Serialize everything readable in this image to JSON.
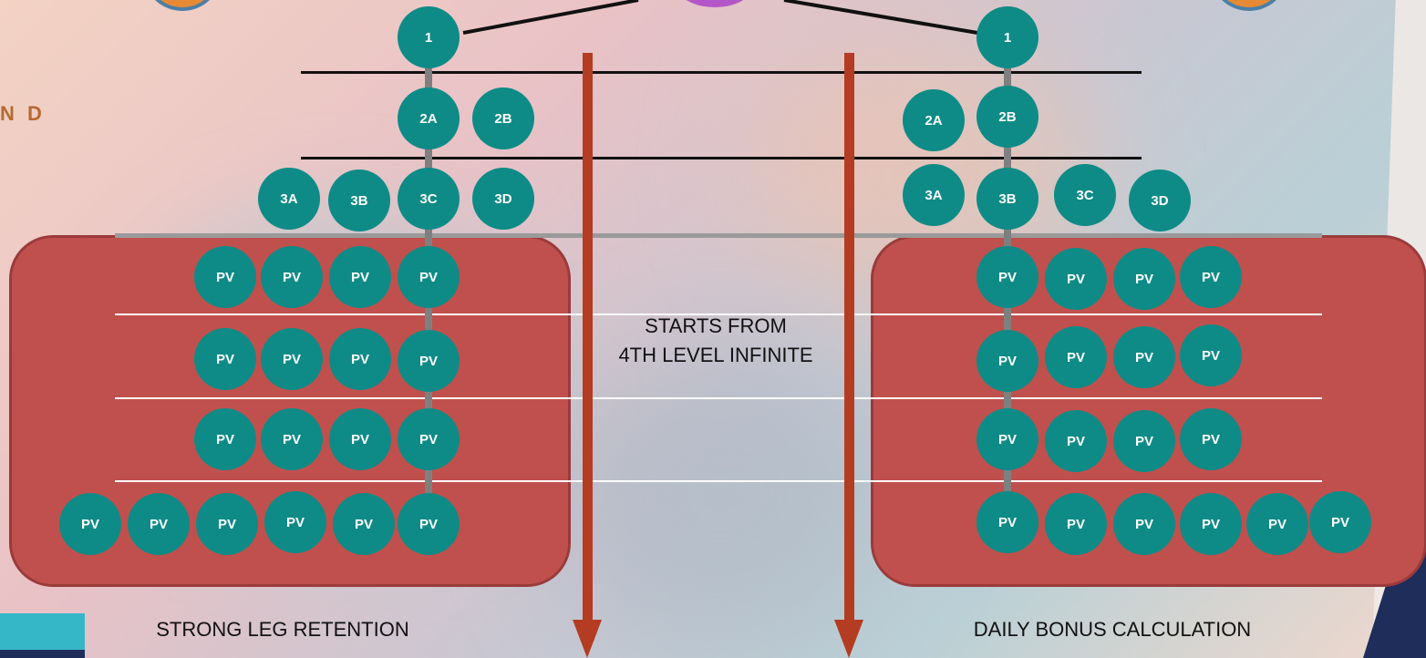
{
  "left_tree": {
    "root": "1",
    "level2": [
      "2A",
      "2B"
    ],
    "level3": [
      "3A",
      "3B",
      "3C",
      "3D"
    ],
    "pv_rows": [
      [
        "PV",
        "PV",
        "PV",
        "PV"
      ],
      [
        "PV",
        "PV",
        "PV",
        "PV"
      ],
      [
        "PV",
        "PV",
        "PV",
        "PV"
      ],
      [
        "PV",
        "PV",
        "PV",
        "PV",
        "PV",
        "PV"
      ]
    ],
    "caption": "STRONG LEG RETENTION"
  },
  "right_tree": {
    "root": "1",
    "level2": [
      "2A",
      "2B"
    ],
    "level3": [
      "3A",
      "3B",
      "3C",
      "3D"
    ],
    "pv_rows": [
      [
        "PV",
        "PV",
        "PV",
        "PV"
      ],
      [
        "PV",
        "PV",
        "PV",
        "PV"
      ],
      [
        "PV",
        "PV",
        "PV",
        "PV"
      ],
      [
        "PV",
        "PV",
        "PV",
        "PV",
        "PV",
        "PV"
      ]
    ],
    "caption": "DAILY BONUS CALCULATION"
  },
  "center_note": {
    "line1": "STARTS FROM",
    "line2": "4TH LEVEL INFINITE"
  },
  "partial_heading": "N D",
  "colors": {
    "node": "#0e8b87",
    "panel": "#c0504d",
    "arrow": "#b43c22",
    "heading": "#b66a32"
  }
}
